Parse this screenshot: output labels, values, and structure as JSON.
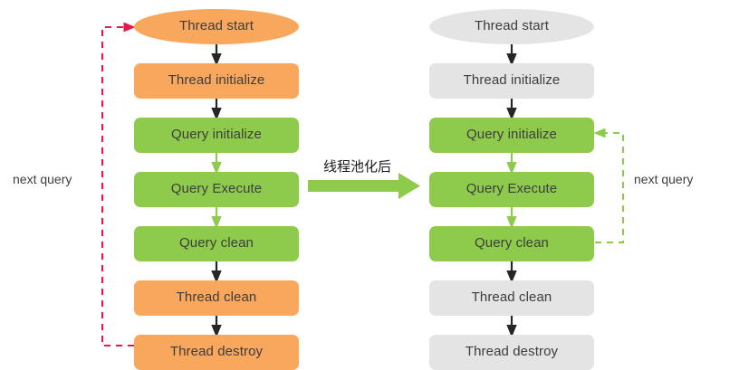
{
  "diagram": {
    "title_cn": "线程池化后",
    "left_flow": {
      "name": "thread-per-query-flow",
      "nodes": [
        {
          "id": "l1",
          "label": "Thread start",
          "shape": "ellipse",
          "color": "orange"
        },
        {
          "id": "l2",
          "label": "Thread initialize",
          "shape": "rect",
          "color": "orange"
        },
        {
          "id": "l3",
          "label": "Query initialize",
          "shape": "rect",
          "color": "green"
        },
        {
          "id": "l4",
          "label": "Query Execute",
          "shape": "rect",
          "color": "green"
        },
        {
          "id": "l5",
          "label": "Query clean",
          "shape": "rect",
          "color": "green"
        },
        {
          "id": "l6",
          "label": "Thread clean",
          "shape": "rect",
          "color": "orange"
        },
        {
          "id": "l7",
          "label": "Thread destroy",
          "shape": "rect",
          "color": "orange"
        }
      ],
      "loop_label": "next query",
      "loop_from": "Thread destroy",
      "loop_to": "Thread start",
      "loop_color": "#e8174a"
    },
    "right_flow": {
      "name": "thread-pooled-flow",
      "nodes": [
        {
          "id": "r1",
          "label": "Thread start",
          "shape": "ellipse",
          "color": "gray"
        },
        {
          "id": "r2",
          "label": "Thread initialize",
          "shape": "rect",
          "color": "gray"
        },
        {
          "id": "r3",
          "label": "Query initialize",
          "shape": "rect",
          "color": "green"
        },
        {
          "id": "r4",
          "label": "Query Execute",
          "shape": "rect",
          "color": "green"
        },
        {
          "id": "r5",
          "label": "Query clean",
          "shape": "rect",
          "color": "green"
        },
        {
          "id": "r6",
          "label": "Thread clean",
          "shape": "rect",
          "color": "gray"
        },
        {
          "id": "r7",
          "label": "Thread destroy",
          "shape": "rect",
          "color": "gray"
        }
      ],
      "loop_label": "next query",
      "loop_from": "Query clean",
      "loop_to": "Query initialize",
      "loop_color": "#8ecb4c"
    },
    "transition": {
      "label": "线程池化后",
      "arrow_color": "#8ecb4c",
      "icon": "right-arrow-icon"
    },
    "colors": {
      "orange": "#f8a75c",
      "green": "#8ecb4c",
      "gray": "#e4e4e4",
      "arrow_dark": "#262626",
      "arrow_green": "#8ecb4c",
      "loop_red": "#e8174a",
      "text": "#3d3d3d",
      "background": "#ffffff"
    }
  }
}
